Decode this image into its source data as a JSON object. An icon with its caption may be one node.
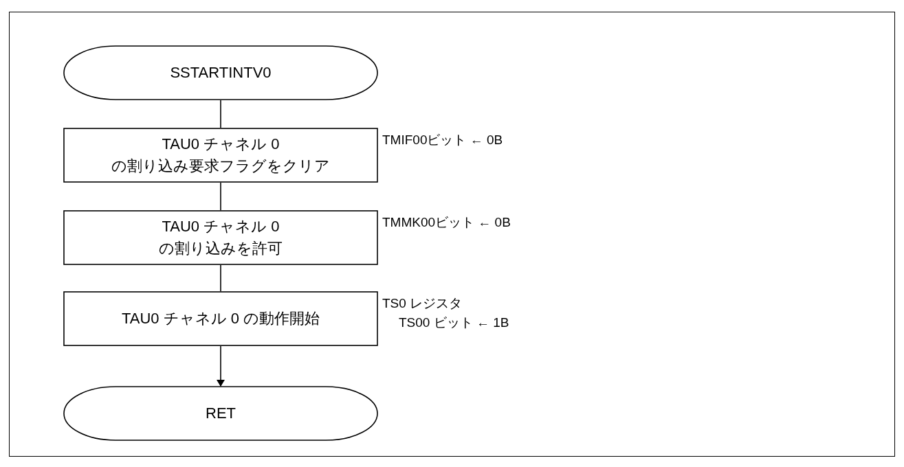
{
  "diagram": {
    "nodes": [
      {
        "text": [
          "SSTARTINTV0"
        ]
      },
      {
        "text": [
          "TAU0 チャネル 0 の割り込み要求フラグをクリア"
        ],
        "beside": [
          "TMIF00ビット ← 0B"
        ]
      },
      {
        "text": [
          "TAU0 チャネル 0 の割り込みを許可"
        ],
        "beside": [
          "TMMK00ビット ← 0B"
        ]
      },
      {
        "text": [
          "TAU0 チャネル 0 の動作開始"
        ],
        "beside": [
          "TS0 レジスタ",
          "TS00 ビット ← 1B"
        ]
      },
      {
        "text": [
          "RET"
        ]
      }
    ],
    "edges": [
      {
        "from": 0,
        "to": 1,
        "arrow": "none"
      },
      {
        "from": 1,
        "to": 2,
        "arrow": "none"
      },
      {
        "from": 2,
        "to": 3,
        "arrow": "none"
      },
      {
        "from": 3,
        "to": 4,
        "arrow": "to"
      }
    ]
  }
}
